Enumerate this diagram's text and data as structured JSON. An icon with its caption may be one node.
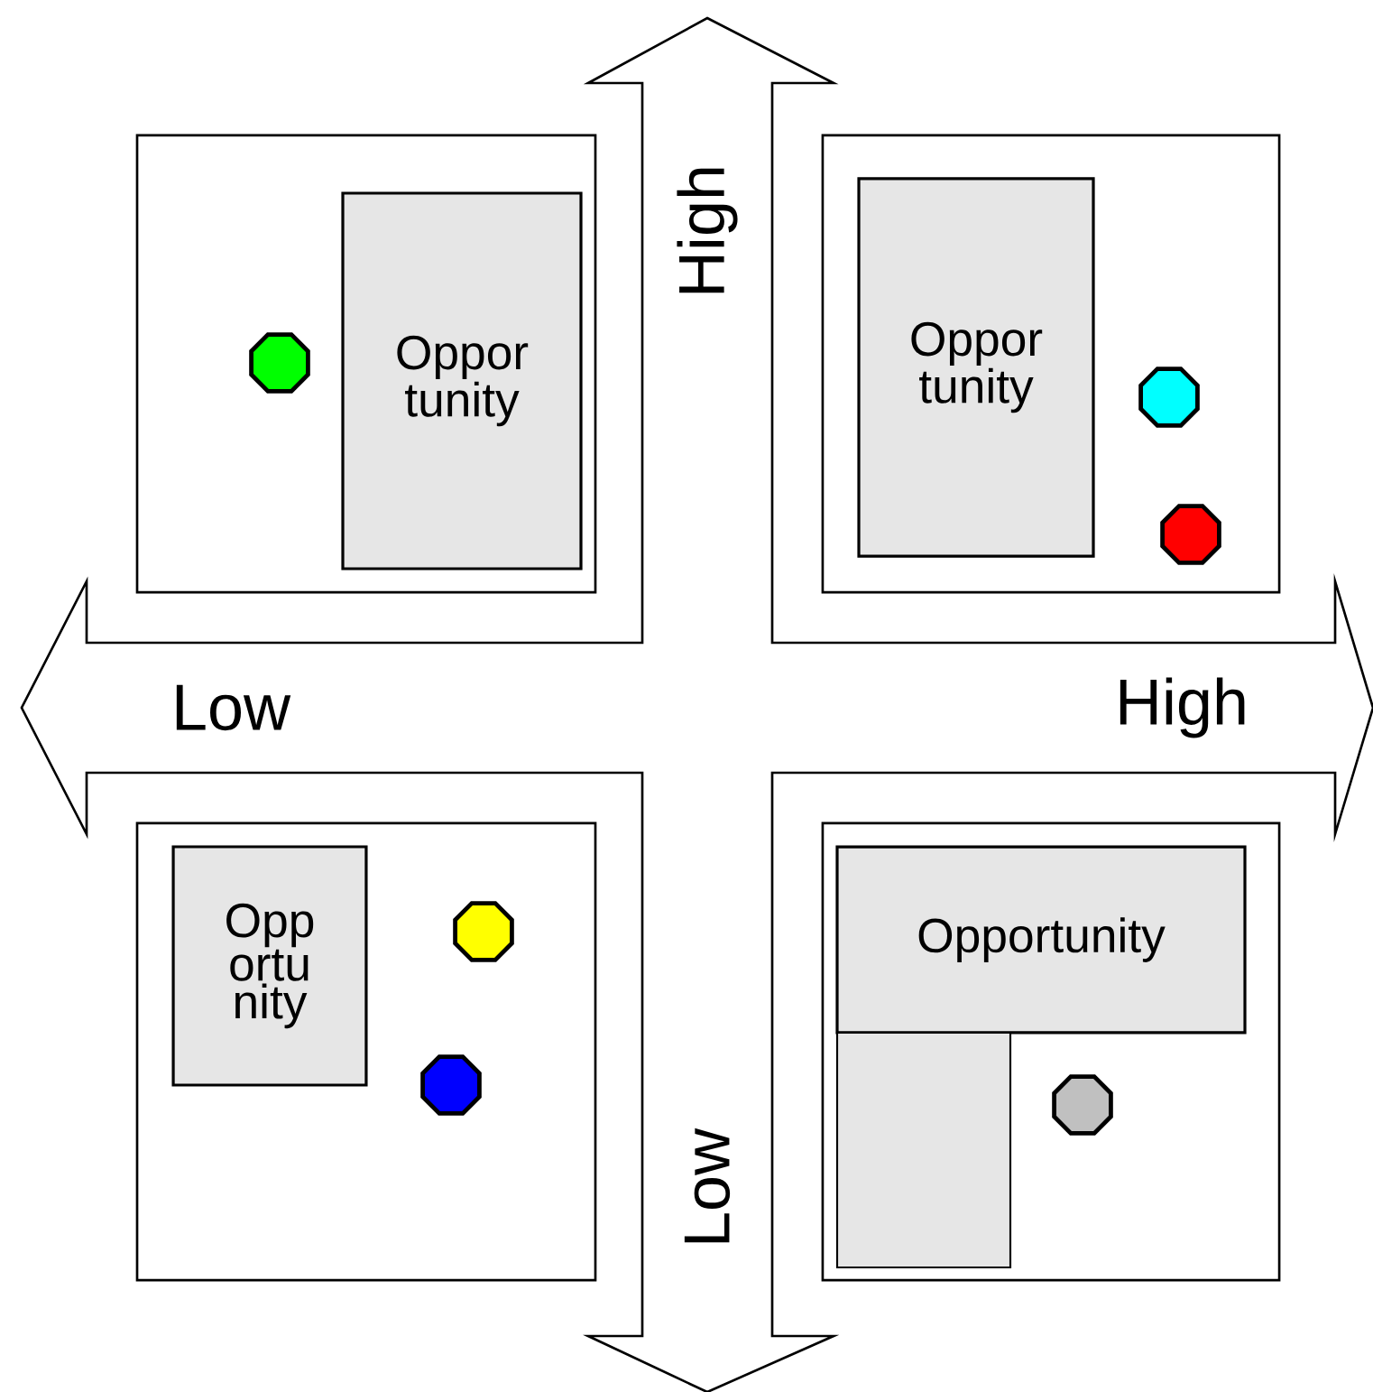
{
  "diagram": {
    "nodes": [
      {
        "text": [],
        "shape": "box"
      },
      {
        "text": [
          "Oppor tunity"
        ],
        "in": 0
      },
      {
        "text": [],
        "shape": "circle",
        "in": 0
      },
      {
        "text": [],
        "shape": "box"
      },
      {
        "text": [
          "Oppor tunity"
        ],
        "in": 3
      },
      {
        "text": [],
        "shape": "circle",
        "in": 3
      },
      {
        "text": [],
        "shape": "circle",
        "in": 3
      },
      {
        "text": [],
        "shape": "box"
      },
      {
        "text": [
          "Opp ortu nity"
        ],
        "in": 7
      },
      {
        "text": [],
        "shape": "circle",
        "in": 7
      },
      {
        "text": [],
        "shape": "circle",
        "in": 7
      },
      {
        "text": [],
        "shape": "box"
      },
      {
        "text": [
          "Opportunity"
        ],
        "in": 11
      },
      {
        "text": [],
        "shape": "box",
        "in": 11
      },
      {
        "text": [],
        "shape": "circle",
        "in": 11
      }
    ],
    "edges": [],
    "labels": [
      "High",
      "Low",
      "High",
      "Low"
    ]
  }
}
